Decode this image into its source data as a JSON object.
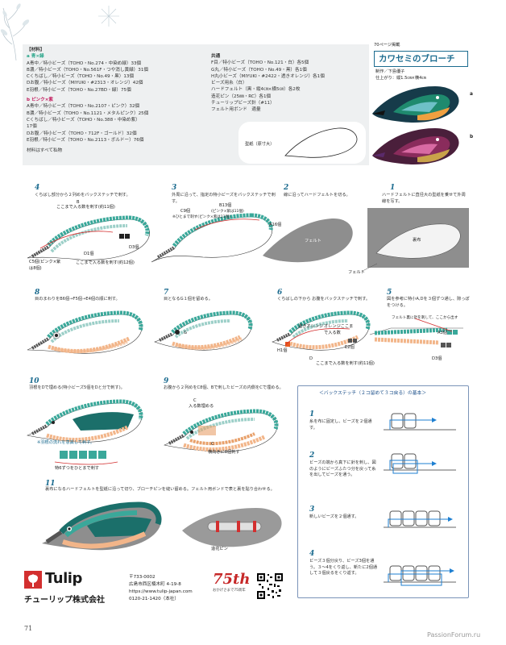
{
  "materials": {
    "heading": "【材料】",
    "section_a": {
      "title": "a 青×緑",
      "items": [
        "A青中／特小ビーズ（TOHO・No.274・中染め緑）33個",
        "B濃／特小ビーズ（TOHO・No.561F・つや消し黄緑）31個",
        "Cくちばし／特小ビーズ（TOHO・No.49・黒）13個",
        "Dお腹／特小ビーズ（MIYUKI・#2313・オレンジ）42個",
        "E羽根／特小ビーズ（TOHO・No.27BD・緑）75個"
      ]
    },
    "section_b": {
      "title": "b ピンク×紫",
      "items": [
        "A青中／特小ビーズ（TOHO・No.2107・ピンク）32個",
        "B濃／特小ビーズ（TOHO・No.1121・メタルピンク）25個",
        "Cくちばし／特小ビーズ（TOHO・No.388・中染め紫）",
        "17個",
        "Dお腹／特小ビーズ（TOHO・712F・ゴールド）32個",
        "E羽根／特小ビーズ（TOHO・No.2113・ボルドー）76個"
      ]
    },
    "note": "材料はすべて私物",
    "common": {
      "title": "共通",
      "items": [
        "F目／特小ビーズ（TOHO・No.121・白）各5個",
        "G丸／特小ビーズ（TOHO・No.49・黒）各1個",
        "H丸小ビーズ（MIYUKI・#2422・透きオレンジ）各1個",
        "ビーズ用糸（白）",
        "ハードフェルト（黒・縦4㎝×横5㎝）各2枚",
        "造花ピン（25㎜・RC）各1個",
        "チューリップビーズ針（#11）",
        "フェルト用ボンド　適量"
      ]
    },
    "pattern_label": "型紙（原寸大）"
  },
  "title_block": {
    "ref": "70ページ掲載",
    "title": "カワセミのブローチ",
    "maker": "制作／下島優子",
    "size": "仕上がり：縦1.5㎝×横4㎝",
    "label_a": "a",
    "label_b": "b"
  },
  "steps": [
    {
      "num": "1",
      "text": "ハードフェルトに直径大の型紙を乗せて外周線を写す。"
    },
    {
      "num": "2",
      "text": "線に沿ってハードフェルトを切る。"
    },
    {
      "num": "3",
      "text": "外周に沿って、指定の特小ビーズをバックステッチで刺す。"
    },
    {
      "num": "4",
      "text": "くちばし部分から２列めをバックステッチで刺す。"
    },
    {
      "num": "5",
      "text": "図を参考に特小A,Dを３個ずつ通し、隙っぽをつける。"
    },
    {
      "num": "6",
      "text": "くちばしの下から お腹をバックステッチで刺す。"
    },
    {
      "num": "7",
      "text": "目となるG１個を留める。"
    },
    {
      "num": "8",
      "text": "目のまわりをB6個→F5個→E4個の順に刺す。"
    },
    {
      "num": "9",
      "text": "お腹から２列めをC8個、Bで刺したビーズの内側をCで埋める。"
    },
    {
      "num": "10",
      "text": "羽根をDで埋める(特小ビーズ5個をDと分で刺す)。"
    },
    {
      "num": "11",
      "text": "裏布になるハードフェルトを型紙に沿って切り、ブローチピンを縫い留める。フェルト用ボンドで表と裏を貼り合わせる。"
    }
  ],
  "diagram_labels": {
    "felt": "フェルト",
    "ura": "裏布",
    "s4_b": "B",
    "s4_here": "ここまで入る数を刺す(約11個)",
    "s4_c": "C5個(ピンク×紫は8個)",
    "s4_d": "D1個",
    "s4_d3": "D3個",
    "s4_here2": "ここまで入る数を刺す(約12個)",
    "s3_c9": "C9個",
    "s3_c9b": "※ひとまで刺す(ピンク×紫は11個)",
    "s3_b13": "B13個",
    "s3_b13b": "(ピンク×紫は11個)",
    "s3_a16": "A16個",
    "s5_label": "フェルト裏に針を刺して、ここから出す",
    "s5_a3": "A3個",
    "s5_d3": "D3個",
    "s6_clear": "透きオレンジ",
    "s6_orange": "オレンジここまで入る数",
    "s6_h1": "H1個",
    "s6_e2": "E2個",
    "s6_d": "D",
    "s6_here": "ここまで入る数を刺す(約11個)",
    "s7_g": "G",
    "s9_c": "C",
    "s9_here": "入る数埋める",
    "s9_c2": "C",
    "s9_side": "横向きに8個刺す",
    "s10_note": "※羽根の流れを意識して刺す。",
    "s10_sub": "特6ずつをひとまで刺す",
    "s11_pin": "造花ピン"
  },
  "back_stitch": {
    "title": "＜バックステッチ（２コ留めて３コ戻る）の基本＞",
    "steps": [
      {
        "num": "1",
        "text": "糸を布に固定し、ビーズを２個通す。"
      },
      {
        "num": "2",
        "text": "ビーズの端から真下に針を刺し、図のようにビーズふたつ分を戻って糸を出してビーズを通う。"
      },
      {
        "num": "3",
        "text": "新しいビーズを２個通す。"
      },
      {
        "num": "4",
        "text": "ビーズ３個分戻り、ビーズ3個を通う。３～4をくり返し、新たに2個通して３個戻るをくり返す。"
      }
    ]
  },
  "footer": {
    "brand": "Tulip",
    "company": "チューリップ株式会社",
    "postal": "〒733-0002",
    "address": "広島市西区楠木町 4-19-8",
    "url": "https://www.tulip-japan.com",
    "phone": "0120-21-1420（本社）",
    "anniv": "75th",
    "anniv_sub": "おかげさまで75周年"
  },
  "page_number": "71",
  "watermark": "PassionForum.ru",
  "colors": {
    "teal": "#3aa89a",
    "teal_dark": "#1b6f6a",
    "orange": "#f2b589",
    "grey": "#8a8a8a",
    "felt": "#8e8e8e",
    "accent_blue": "#1b6b8f",
    "red": "#d32f2f"
  }
}
